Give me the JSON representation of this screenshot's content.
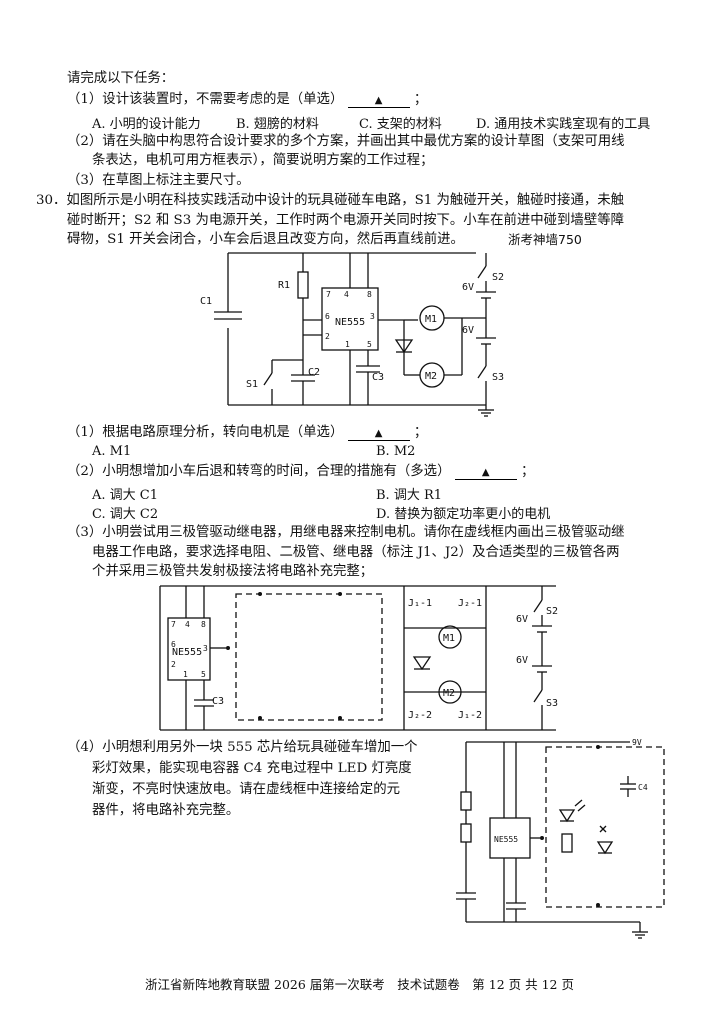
{
  "task_intro": "请完成以下任务：",
  "q29": {
    "p1": "（1）设计该装置时，不需要考虑的是（单选）",
    "p1_end": "；",
    "p1_options": [
      "A. 小明的设计能力",
      "B. 翅膀的材料",
      "C. 支架的材料",
      "D. 通用技术实践室现有的工具"
    ],
    "p2_line1": "（2）请在头脑中构思符合设计要求的多个方案，并画出其中最优方案的设计草图（支架可用线",
    "p2_line2": "条表达，电机可用方框表示），简要说明方案的工作过程；",
    "p3": "（3）在草图上标注主要尺寸。"
  },
  "blank_mark": "▲",
  "q30": {
    "intro_line1": "30．如图所示是小明在科技实践活动中设计的玩具碰碰车电路，S1 为触碰开关，触碰时接通，未触",
    "intro_line2": "碰时断开；S2 和 S3 为电源开关，工作时两个电源开关同时按下。小车在前进中碰到墙壁等障",
    "intro_line3": "碍物，S1 开关会闭合，小车会后退且改变方向，然后再直线前进。",
    "watermark": "浙考神墙750",
    "p1": "（1）根据电路原理分析，转向电机是（单选）",
    "p1_end": "；",
    "p1_options": [
      "A. M1",
      "B. M2"
    ],
    "p2": "（2）小明想增加小车后退和转弯的时间，合理的措施有（多选）",
    "p2_end": "；",
    "p2_options": [
      "A. 调大 C1",
      "B. 调大 R1",
      "C. 调大 C2",
      "D. 替换为额定功率更小的电机"
    ],
    "p3_line1": "（3）小明尝试用三极管驱动继电器，用继电器来控制电机。请你在虚线框内画出三极管驱动继",
    "p3_line2": "电器工作电路，要求选择电阻、二极管、继电器（标注 J1、J2）及合适类型的三极管各两",
    "p3_line3": "个并采用三极管共发射极接法将电路补充完整；",
    "p4_line1": "（4）小明想利用另外一块 555 芯片给玩具碰碰车增加一个",
    "p4_line2": "彩灯效果，能实现电容器 C4 充电过程中 LED 灯亮度",
    "p4_line3": "渐变，不亮时快速放电。请在虚线框中连接给定的元",
    "p4_line4": "器件，将电路补充完整。"
  },
  "circuit1": {
    "chip": "NE555",
    "pins": [
      "7",
      "4",
      "8",
      "6",
      "3",
      "2",
      "1",
      "5"
    ],
    "labels": {
      "c1": "C1",
      "r1": "R1",
      "c2": "C2",
      "c3": "C3",
      "s1": "S1",
      "s2": "S2",
      "s3": "S3",
      "m1": "M1",
      "m2": "M2",
      "v1": "6V",
      "v2": "6V"
    }
  },
  "circuit2": {
    "chip": "NE555",
    "pins": [
      "7",
      "4",
      "8",
      "6",
      "3",
      "2",
      "1",
      "5"
    ],
    "labels": {
      "c3": "C3",
      "m1": "M1",
      "m2": "M2",
      "s2": "S2",
      "s3": "S3",
      "v1": "6V",
      "v2": "6V",
      "j11": "J₁-1",
      "j21": "J₂-1",
      "j22": "J₂-2",
      "j12": "J₁-2"
    }
  },
  "circuit3": {
    "chip": "NE555",
    "labels": {
      "vcc": "9V",
      "c4": "C4"
    }
  },
  "footer": "浙江省新阵地教育联盟 2026 届第一次联考　技术试题卷　第 12 页 共 12 页"
}
